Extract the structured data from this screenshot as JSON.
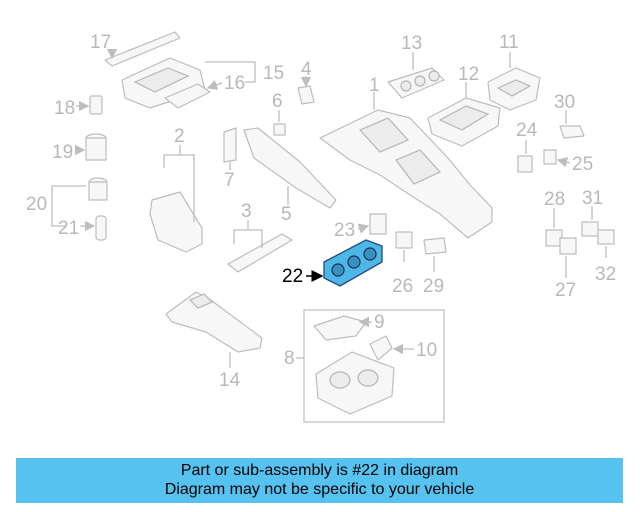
{
  "callouts": [
    "17",
    "16",
    "15",
    "4",
    "13",
    "11",
    "1",
    "12",
    "18",
    "6",
    "30",
    "19",
    "2",
    "24",
    "25",
    "7",
    "20",
    "28",
    "31",
    "21",
    "3",
    "5",
    "23",
    "22",
    "26",
    "29",
    "27",
    "32",
    "9",
    "8",
    "10",
    "14"
  ],
  "highlighted_callout": "22",
  "banner": {
    "line1": "Part or sub-assembly is #22 in diagram",
    "line2": "Diagram may not be specific to your vehicle"
  },
  "colors": {
    "banner_bg": "#55c2f0",
    "highlight_part": "#4fb6e8",
    "outline": "#bdbdbd",
    "label_gray": "#b8b8b8"
  }
}
